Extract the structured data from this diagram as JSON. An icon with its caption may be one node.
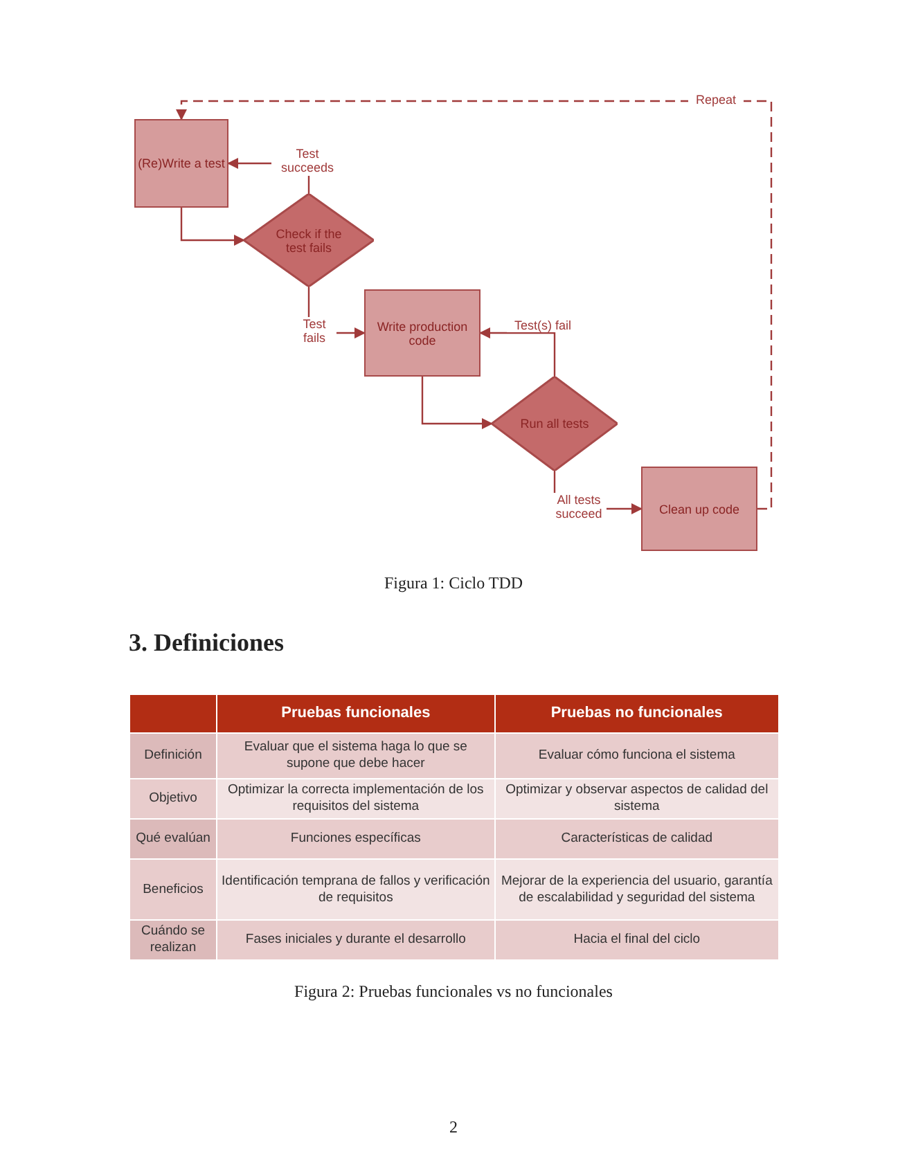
{
  "diagram": {
    "nodes": [
      {
        "text": [
          "(Re)Write a test"
        ]
      },
      {
        "text": [
          "Check if the test fails"
        ]
      },
      {
        "text": [
          "Write production code"
        ]
      },
      {
        "text": [
          "Run all tests"
        ]
      },
      {
        "text": [
          "Clean up code"
        ]
      }
    ],
    "edges": [
      {
        "from": 0,
        "to": 1,
        "arrow": "to"
      },
      {
        "from": 1,
        "to": 0,
        "label": "Test succeeds",
        "arrow": "to"
      },
      {
        "from": 1,
        "to": 2,
        "label": "Test fails",
        "arrow": "to"
      },
      {
        "from": 2,
        "to": 3,
        "arrow": "to"
      },
      {
        "from": 3,
        "to": 2,
        "label": "Test(s) fail",
        "arrow": "to"
      },
      {
        "from": 3,
        "to": 4,
        "label": "All tests succeed",
        "arrow": "to"
      },
      {
        "from": 4,
        "to": 0,
        "label": "Repeat",
        "arrow": "to",
        "style": "dashed"
      }
    ],
    "labels": [
      "Figura 1: Ciclo TDD",
      "3. Definiciones",
      "Pruebas funcionales",
      "Pruebas no funcionales",
      "Definición",
      "Evaluar que el sistema haga lo que se supone que debe hacer",
      "Evaluar cómo funciona el sistema",
      "Objetivo",
      "Optimizar la correcta implementación de los requisitos del sistema",
      "Optimizar y observar aspectos de calidad del sistema",
      "Qué evalúan",
      "Funciones específicas",
      "Características de calidad",
      "Beneficios",
      "Identificación temprana de fallos y verificación de requisitos",
      "Mejorar de la experiencia del usuario, garantía de escalabilidad y seguridad del sistema",
      "Cuándo se realizan",
      "Fases iniciales y durante el desarrollo",
      "Hacia el final del ciclo",
      "Figura 2: Pruebas funcionales vs no funcionales",
      "2"
    ]
  }
}
